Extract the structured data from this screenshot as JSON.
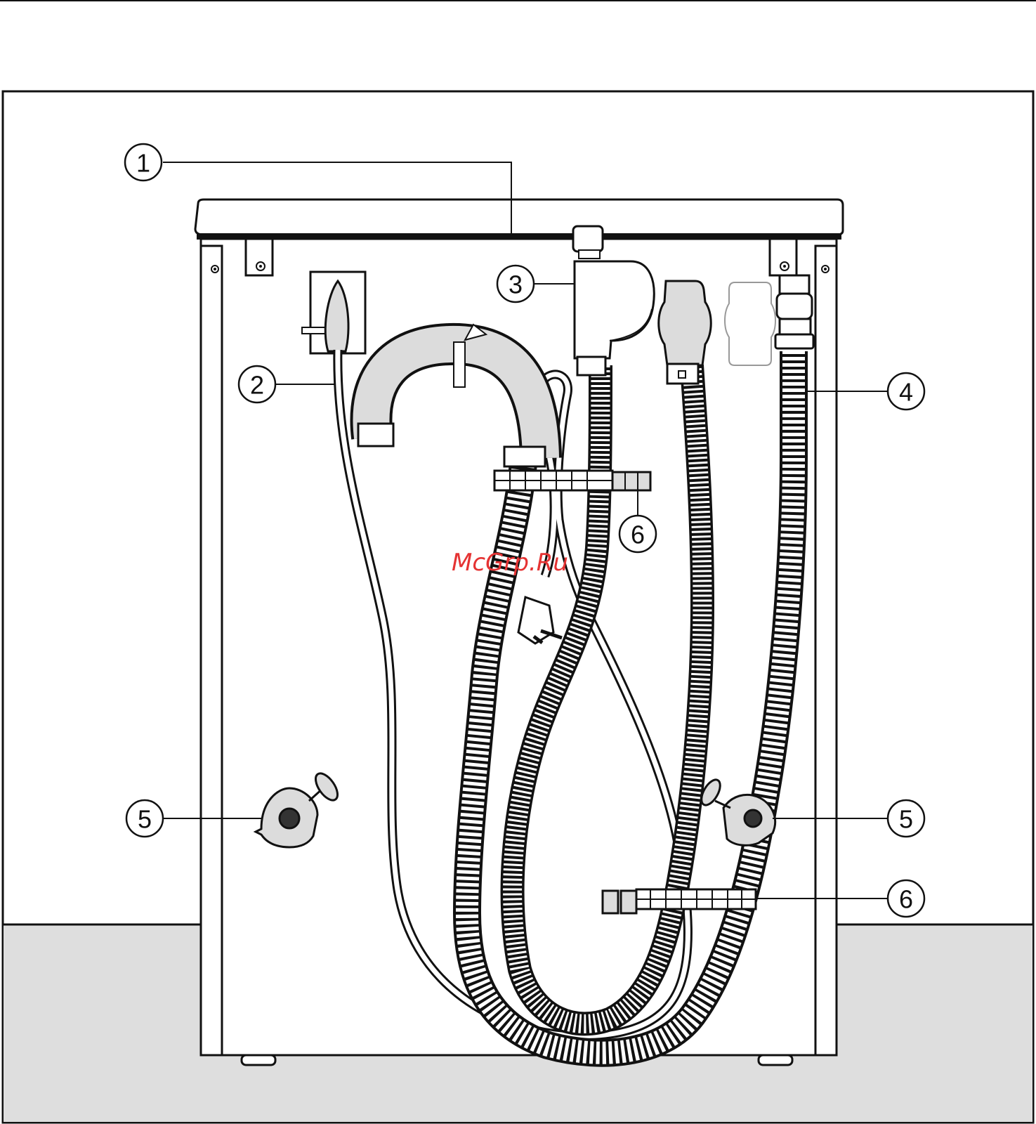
{
  "watermark": "McGrp.Ru",
  "callouts": [
    {
      "id": "c1",
      "label": "1"
    },
    {
      "id": "c2",
      "label": "2"
    },
    {
      "id": "c3",
      "label": "3"
    },
    {
      "id": "c4",
      "label": "4"
    },
    {
      "id": "c5a",
      "label": "5"
    },
    {
      "id": "c5b",
      "label": "5"
    },
    {
      "id": "c6a",
      "label": "6"
    },
    {
      "id": "c6b",
      "label": "6"
    }
  ],
  "colors": {
    "line": "#111111",
    "floor": "#dedede",
    "component_fill": "#dcdcdc",
    "background": "#ffffff",
    "watermark": "#e53333"
  }
}
